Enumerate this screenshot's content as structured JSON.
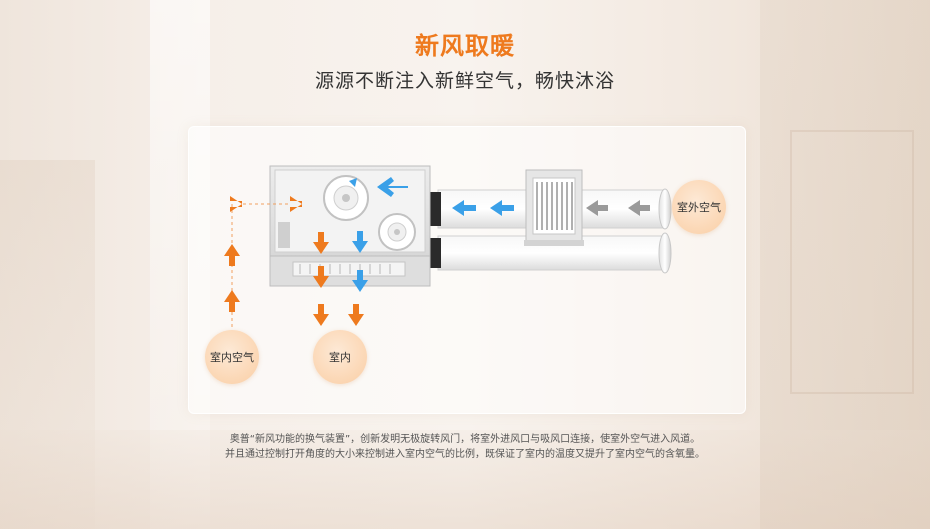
{
  "header": {
    "title": "新风取暖",
    "subtitle": "源源不断注入新鲜空气，畅快沐浴"
  },
  "diagram": {
    "labels": {
      "outdoor_air": "室外空气",
      "indoor_air": "室内空气",
      "indoor": "室内"
    },
    "colors": {
      "accent_orange": "#ee7a1e",
      "airflow_blue": "#3aa0e8",
      "airflow_gray": "#9a9a9a"
    }
  },
  "description": {
    "line1": "奥普“新风功能的换气装置”，创新发明无极旋转风门，将室外进风口与吸风口连接，使室外空气进入风道。",
    "line2": "并且通过控制打开角度的大小来控制进入室内空气的比例，既保证了室内的温度又提升了室内空气的含氧量。"
  }
}
